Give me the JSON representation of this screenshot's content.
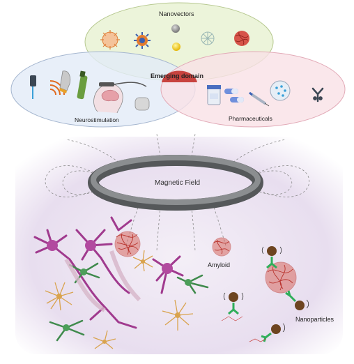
{
  "venn": {
    "nanovectors": "Nanovectors",
    "emerging": "Emerging domain",
    "neurostimulation": "Neurostimulation",
    "pharmaceuticals": "Pharmaceuticals"
  },
  "colors": {
    "nano_circle": "#e9f2d4",
    "neuro_circle": "#e2ebf7",
    "pharma_circle": "#f9e1e6",
    "emerging_cap": "#c8433f",
    "brain_bg": "#ece4f1",
    "ring": "#6c6f71",
    "amyloid": "#b8322c",
    "antibody": "#2fae5a",
    "nanoparticle": "#6d4420",
    "neuron_magenta": "#a03a8e",
    "neuron_green": "#3f8a4c",
    "astrocyte": "#d9a34e"
  },
  "diagram": {
    "magnetic_field": "Magnetic Field",
    "amyloid": "Amyloid",
    "nanoparticles": "Nanoparticles"
  },
  "icons": [
    "nanoparticle-spiky-icon",
    "nanoparticle-virus-icon",
    "grey-sphere-icon",
    "gold-sphere-icon",
    "dendrimer-icon",
    "polymer-ball-icon",
    "electrode-needle-icon",
    "wifi-ultrasound-icon",
    "ultrasound-probe-icon",
    "tms-coil-icon",
    "head-brain-icon",
    "implant-device-icon",
    "pill-bottle-icon",
    "capsule-icon",
    "syringe-icon",
    "petri-dish-icon",
    "antibody-icon"
  ]
}
